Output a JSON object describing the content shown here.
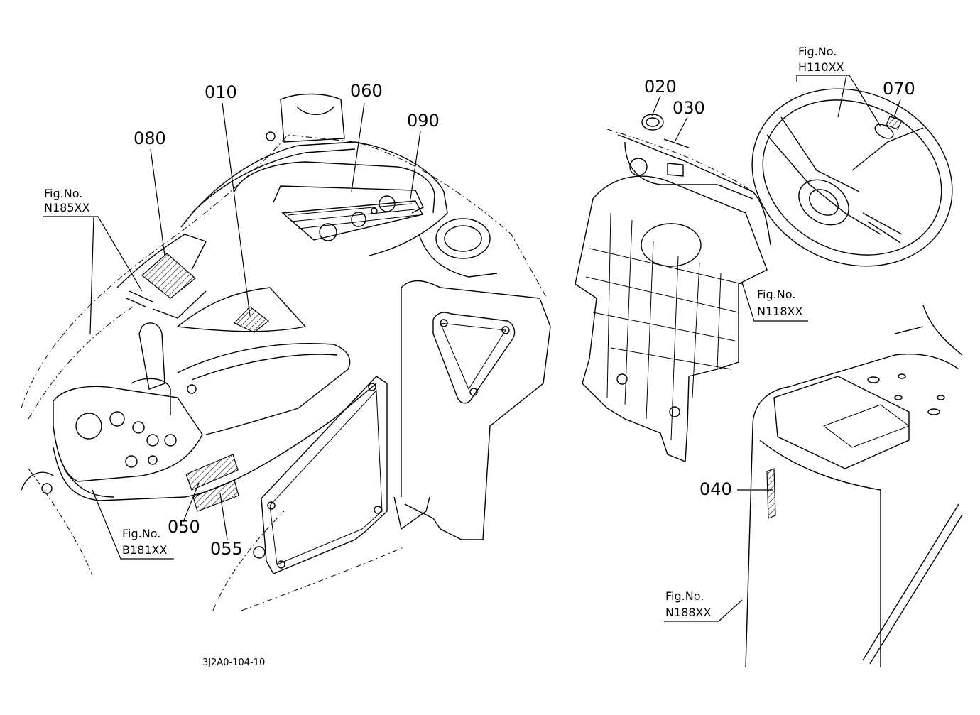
{
  "callouts": {
    "c010": "010",
    "c020": "020",
    "c030": "030",
    "c040": "040",
    "c050": "050",
    "c055": "055",
    "c060": "060",
    "c070": "070",
    "c080": "080",
    "c090": "090"
  },
  "figure_refs": {
    "n185": {
      "label": "Fig.No.",
      "code": "N185XX"
    },
    "b181": {
      "label": "Fig.No.",
      "code": "B181XX"
    },
    "h110": {
      "label": "Fig.No.",
      "code": "H110XX"
    },
    "n118": {
      "label": "Fig.No.",
      "code": "N118XX"
    },
    "n188": {
      "label": "Fig.No.",
      "code": "N188XX"
    }
  },
  "drawing_code": "3J2A0-104-10"
}
